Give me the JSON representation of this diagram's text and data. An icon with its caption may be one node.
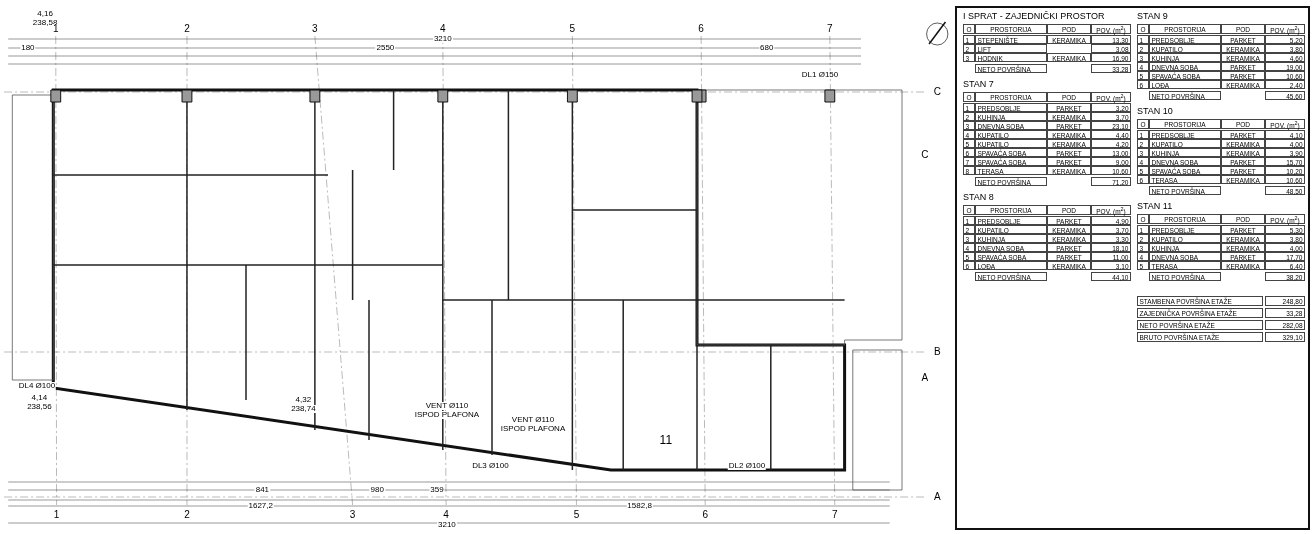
{
  "diagram": {
    "labels": [
      "4,16",
      "238,58",
      "1",
      "2",
      "3",
      "4",
      "5",
      "6",
      "7",
      "3210",
      "180",
      "2550",
      "680",
      "DL1 Ø150",
      "C",
      "C",
      "B",
      "A",
      "DL4 Ø100",
      "4,14",
      "238,56",
      "4,32",
      "VENT Ø110",
      "238,74",
      "ISPOD PLAFONA",
      "VENT Ø110",
      "ISPOD PLAFONA",
      "11",
      "DL3 Ø100",
      "DL2 Ø100",
      "841",
      "980",
      "359",
      "A",
      "1627,2",
      "1582,8",
      "1",
      "2",
      "3",
      "4",
      "5",
      "6",
      "7",
      "3210",
      "I SPRAT - ZAJEDNIČKI PROSTOR",
      "O",
      "PROSTORIJA",
      "POD",
      "POV. (m$^{2}$)",
      "1",
      "STEPENIŠTE",
      "KERAMIKA",
      "13,30",
      "2",
      "LIFT",
      "3,08",
      "3",
      "HODNIK",
      "KERAMIKA",
      "16,90",
      "NETO POVRŠINA",
      "33,28",
      "STAN 7",
      "O",
      "PROSTORIJA",
      "POD",
      "POV. (m$^{2}$)",
      "1",
      "PREDSOBLJE",
      "PARKET",
      "3,20",
      "2",
      "KUHINJA",
      "KERAMIKA",
      "3,70",
      "3",
      "DNEVNA SOBA",
      "PARKET",
      "23,10",
      "4",
      "KUPATILO",
      "KERAMIKA",
      "4,40",
      "5",
      "KUPATILO",
      "KERAMIKA",
      "4,20",
      "6",
      "SPAVAĆA SOBA",
      "PARKET",
      "13,00",
      "7",
      "SPAVAĆA SOBA",
      "PARKET",
      "9,00",
      "8",
      "TERASA",
      "KERAMIKA",
      "10,60",
      "NETO POVRŠINA",
      "71,20",
      "STAN 8",
      "O",
      "PROSTORIJA",
      "POD",
      "POV. (m$^{2}$)",
      "1",
      "PREDSOBLJE",
      "PARKET",
      "4,90",
      "2",
      "KUPATILO",
      "KERAMIKA",
      "3,70",
      "3",
      "KUHINJA",
      "KERAMIKA",
      "3,30",
      "4",
      "DNEVNA SOBA",
      "PARKET",
      "18,10",
      "5",
      "SPAVAĆA SOBA",
      "PARKET",
      "11,00",
      "6",
      "LOĐA",
      "KERAMIKA",
      "3,10",
      "NETO POVRŠINA",
      "44,10",
      "STAN 9",
      "O",
      "PROSTORIJA",
      "POD",
      "POV. (m$^{2}$)",
      "1",
      "PREDSOBLJE",
      "PARKET",
      "5,20",
      "2",
      "KUPATILO",
      "KERAMIKA",
      "3,80",
      "3",
      "KUHINJA",
      "KERAMIKA",
      "4,60",
      "4",
      "DNEVNA SOBA",
      "PARKET",
      "19,00",
      "5",
      "SPAVAĆA SOBA",
      "PARKET",
      "10,60",
      "6",
      "LOĐA",
      "KERAMIKA",
      "2,40",
      "NETO POVRŠINA",
      "45,60",
      "STAN 10",
      "O",
      "PROSTORIJA",
      "POD",
      "POV. (m$^{2}$)",
      "1",
      "PREDSOBLJE",
      "PARKET",
      "4,10",
      "2",
      "KUPATILO",
      "KERAMIKA",
      "4,00",
      "3",
      "KUHINJA",
      "KERAMIKA",
      "3,90",
      "4",
      "DNEVNA SOBA",
      "PARKET",
      "15,70",
      "5",
      "SPAVAĆA SOBA",
      "PARKET",
      "10,20",
      "6",
      "TERASA",
      "KERAMIKA",
      "10,60",
      "NETO POVRŠINA",
      "48,50",
      "STAN 11",
      "O",
      "PROSTORIJA",
      "POD",
      "POV. (m$^{2}$)",
      "1",
      "PREDSOBLJE",
      "PARKET",
      "5,30",
      "2",
      "KUPATILO",
      "KERAMIKA",
      "3,80",
      "3",
      "KUHINJA",
      "KERAMIKA",
      "4,00",
      "4",
      "DNEVNA SOBA",
      "PARKET",
      "17,70",
      "5",
      "TERASA",
      "KERAMIKA",
      "6,40",
      "NETO POVRŠINA",
      "38,20",
      "STAMBENA POVRŠINA ETAŽE",
      "248,80",
      "ZAJEDNIČKA POVRŠINA ETAŽE",
      "33,28",
      "NETO POVRŠINA ETAŽE",
      "282,08",
      "BRUTO POVRŠINA ETAŽE",
      "329,10"
    ]
  }
}
